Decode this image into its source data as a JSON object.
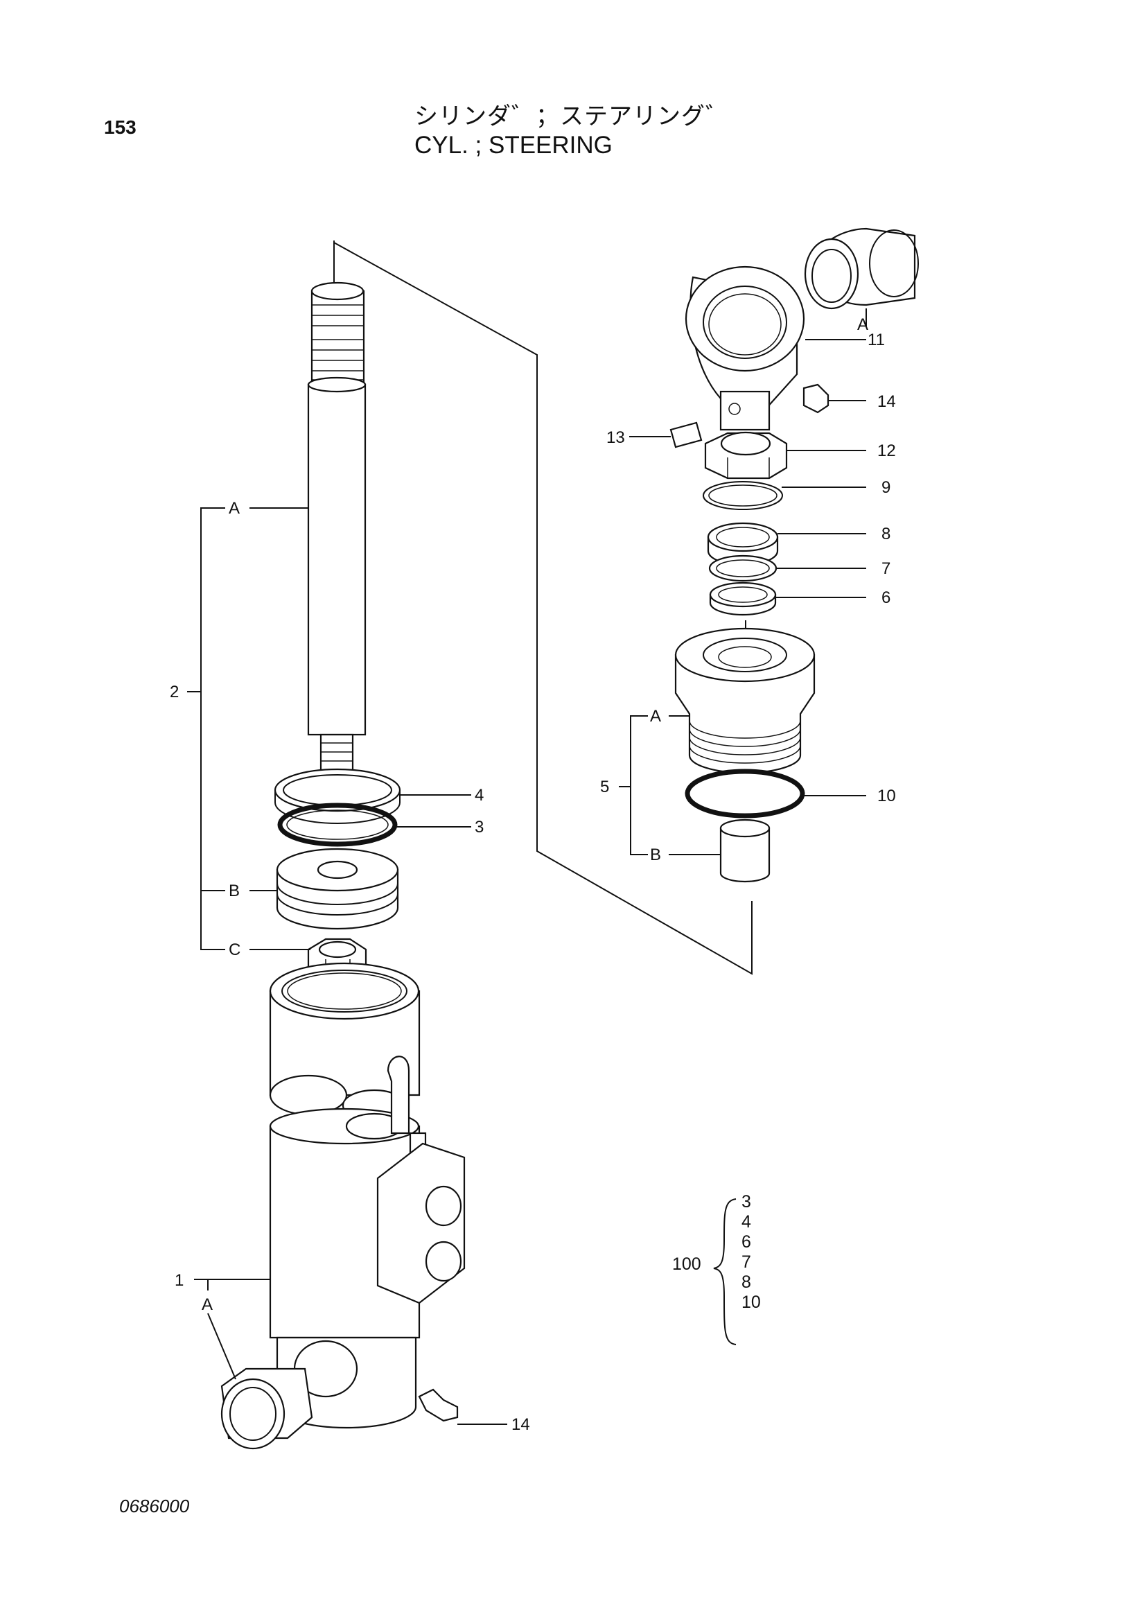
{
  "header": {
    "page_number": "153",
    "title_jp": "シリンダ゛；ステアリング゛",
    "title_en": "CYL. ; STEERING"
  },
  "footer": {
    "code": "0686000"
  },
  "callouts": {
    "c11": "11",
    "c14a": "14",
    "c13": "13",
    "c12": "12",
    "c9": "9",
    "c8": "8",
    "c7": "7",
    "c6": "6",
    "c5": "5",
    "c10": "10",
    "c2": "2",
    "c4": "4",
    "c3": "3",
    "c1": "1",
    "c14b": "14",
    "sub_A_rod": "A",
    "sub_B_piston": "B",
    "sub_C_nut": "C",
    "sub_A_head": "A",
    "sub_B_head": "B",
    "sub_A_eye": "A",
    "sub_A_tube": "A"
  },
  "kit": {
    "label": "100",
    "items": [
      "3",
      "4",
      "6",
      "7",
      "8",
      "10"
    ]
  }
}
